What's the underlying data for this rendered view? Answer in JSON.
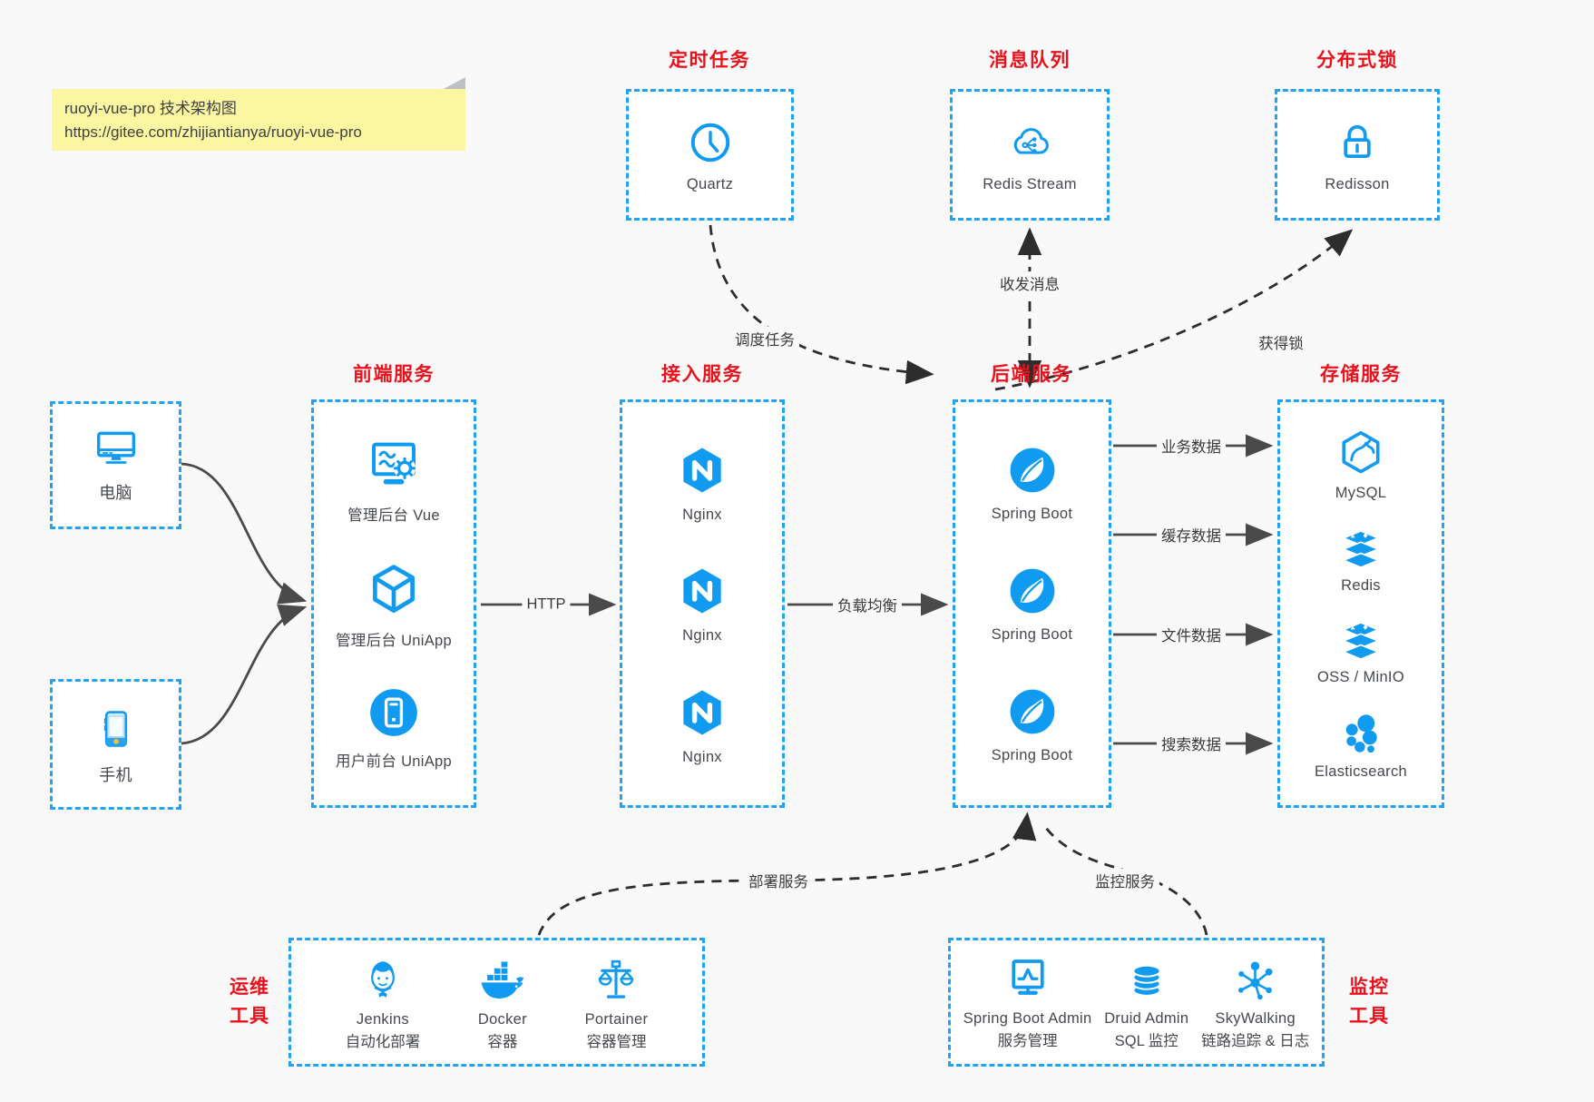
{
  "note": {
    "line1": "ruoyi-vue-pro 技术架构图",
    "line2": "https://gitee.com/zhijiantianya/ruoyi-vue-pro"
  },
  "colors": {
    "accent_blue": "#119bf0",
    "label_red": "#e9121c",
    "note_yellow": "#fbf6a2",
    "arrow_gray": "#4a4a4a",
    "arrow_black": "#2d2d2d"
  },
  "top": {
    "scheduler": {
      "title": "定时任务",
      "item": "Quartz"
    },
    "mq": {
      "title": "消息队列",
      "item": "Redis Stream"
    },
    "lock": {
      "title": "分布式锁",
      "item": "Redisson"
    }
  },
  "clients": {
    "pc": "电脑",
    "mobile": "手机"
  },
  "columns": {
    "frontend": {
      "title": "前端服务",
      "items": [
        "管理后台 Vue",
        "管理后台 UniApp",
        "用户前台 UniApp"
      ]
    },
    "gateway": {
      "title": "接入服务",
      "items": [
        "Nginx",
        "Nginx",
        "Nginx"
      ]
    },
    "backend": {
      "title": "后端服务",
      "items": [
        "Spring Boot",
        "Spring Boot",
        "Spring Boot"
      ]
    },
    "storage": {
      "title": "存储服务",
      "items": [
        "MySQL",
        "Redis",
        "OSS / MinIO",
        "Elasticsearch"
      ]
    }
  },
  "edges": {
    "http": "HTTP",
    "load_balance": "负载均衡",
    "business_data": "业务数据",
    "cache_data": "缓存数据",
    "file_data": "文件数据",
    "search_data": "搜索数据",
    "schedule_task": "调度任务",
    "send_receive_message": "收发消息",
    "acquire_lock": "获得锁",
    "deploy_service": "部署服务",
    "monitor_service": "监控服务"
  },
  "ops": {
    "title_line1": "运维",
    "title_line2": "工具",
    "items": [
      {
        "name": "Jenkins",
        "desc": "自动化部署"
      },
      {
        "name": "Docker",
        "desc": "容器"
      },
      {
        "name": "Portainer",
        "desc": "容器管理"
      }
    ]
  },
  "monitoring": {
    "title_line1": "监控",
    "title_line2": "工具",
    "items": [
      {
        "name": "Spring Boot Admin",
        "desc": "服务管理"
      },
      {
        "name": "Druid Admin",
        "desc": "SQL 监控"
      },
      {
        "name": "SkyWalking",
        "desc": "链路追踪 & 日志"
      }
    ]
  }
}
